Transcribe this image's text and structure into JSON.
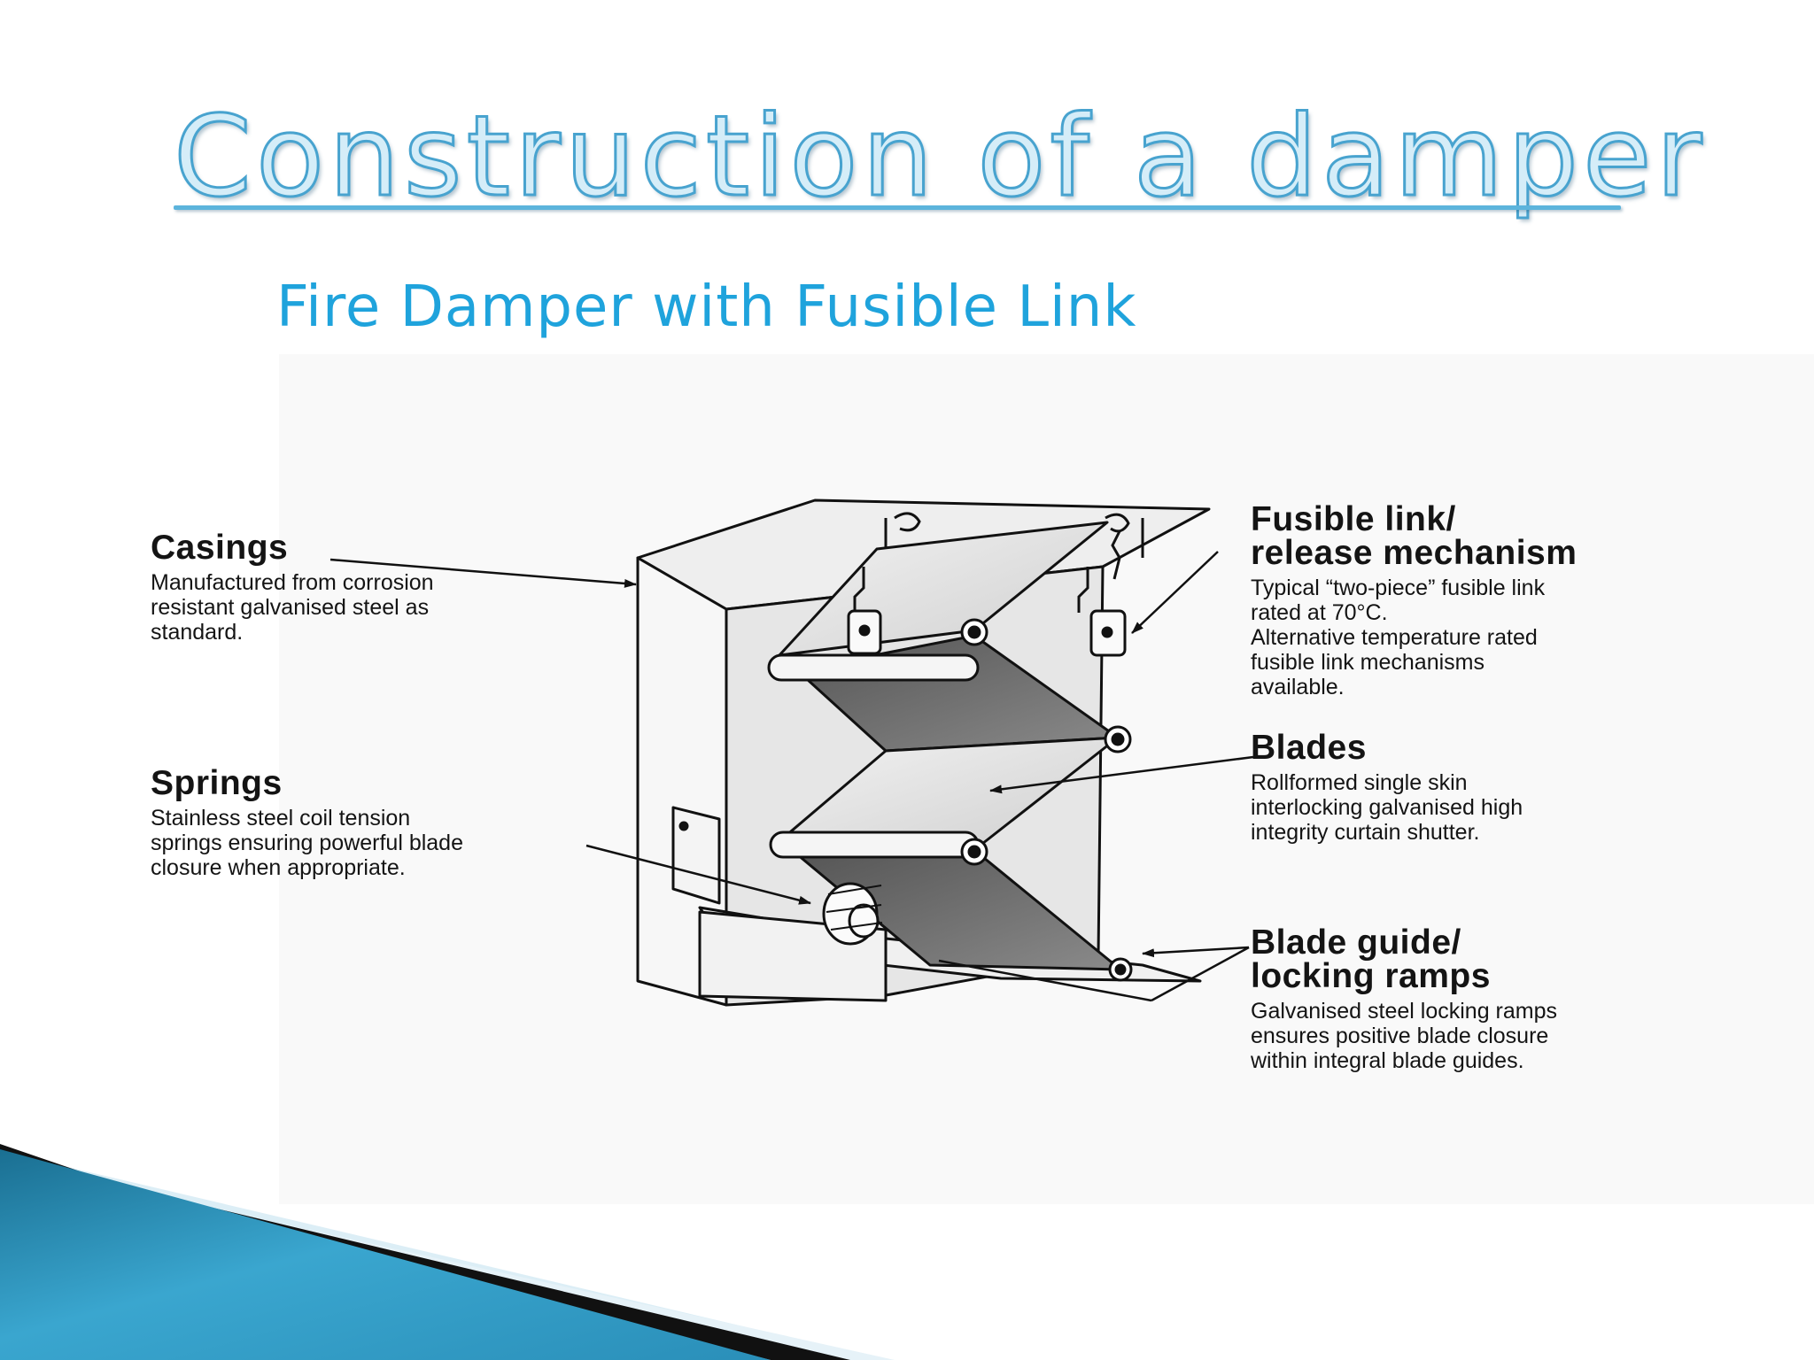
{
  "slide": {
    "title": "Construction of a damper",
    "subtitle": "Fire Damper with Fusible Link"
  },
  "figure": {
    "callouts": [
      {
        "heading_lines": [
          "Casings"
        ],
        "body_lines": [
          "Manufactured from corrosion",
          "resistant galvanised steel as",
          "standard."
        ]
      },
      {
        "heading_lines": [
          "Springs"
        ],
        "body_lines": [
          "Stainless steel coil tension",
          "springs ensuring powerful blade",
          "closure when appropriate."
        ]
      },
      {
        "heading_lines": [
          "Fusible link/",
          "release mechanism"
        ],
        "body_lines": [
          "Typical “two-piece” fusible link",
          "rated at 70°C.",
          "Alternative temperature rated",
          "fusible link mechanisms",
          "available."
        ]
      },
      {
        "heading_lines": [
          "Blades"
        ],
        "body_lines": [
          "Rollformed single skin",
          "interlocking galvanised high",
          "integrity curtain shutter."
        ]
      },
      {
        "heading_lines": [
          "Blade guide/",
          "locking ramps"
        ],
        "body_lines": [
          "Galvanised steel locking ramps",
          "ensures positive blade closure",
          "within integral blade guides."
        ]
      }
    ]
  },
  "colors": {
    "title_fill": "#d5edf8",
    "title_outline": "#48a3cf",
    "subtitle": "#1fa3dc",
    "deco_teal": "#1f86ad",
    "deco_light": "#dceef6"
  }
}
